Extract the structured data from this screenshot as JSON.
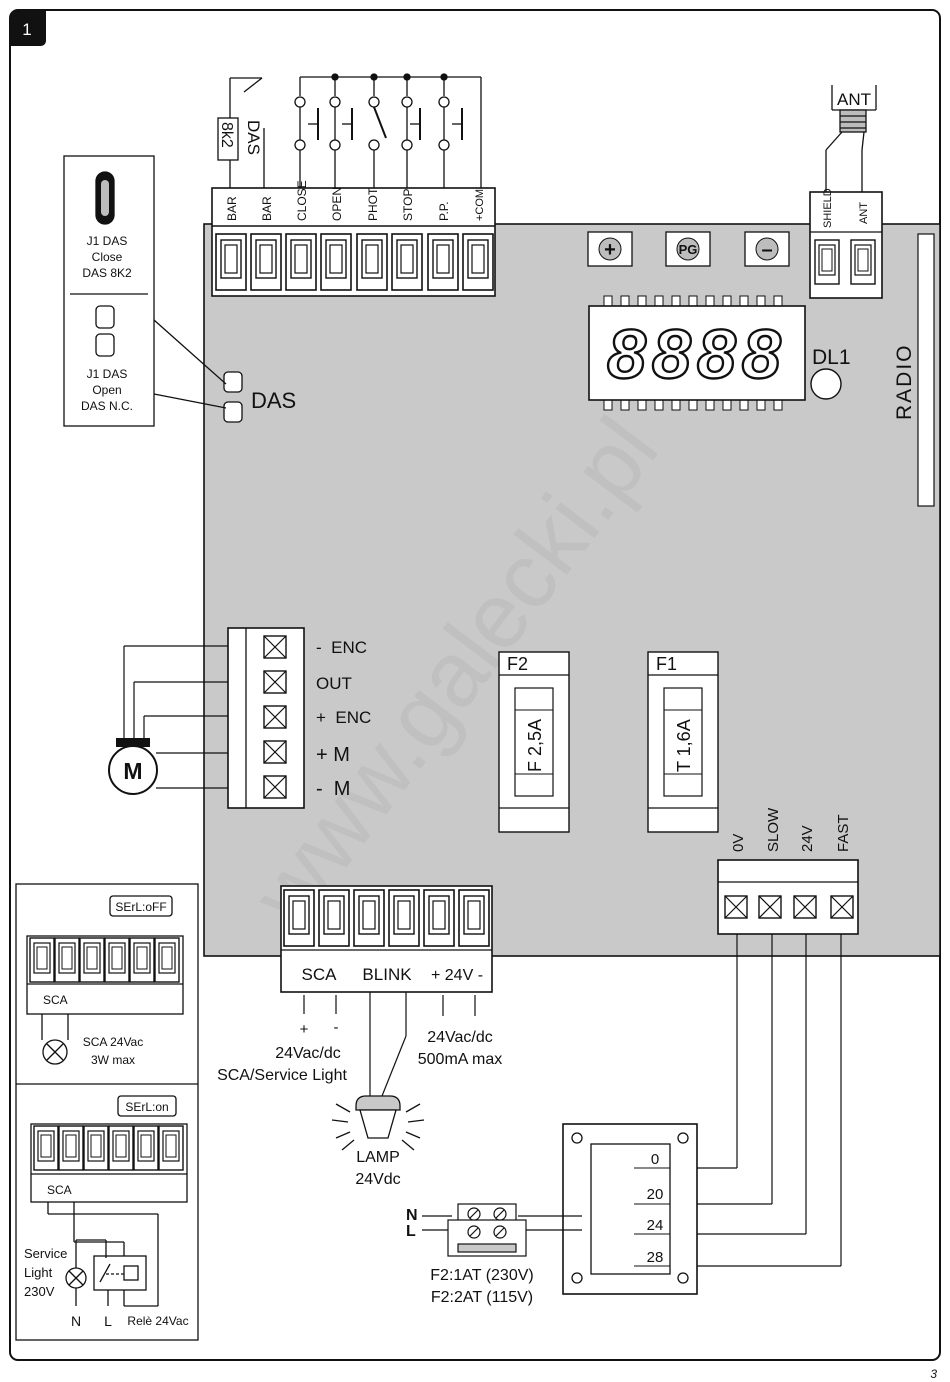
{
  "figure_number": "1",
  "page_number": "3",
  "watermark": "www.galecki.pl",
  "top_terminals": [
    "BAR",
    "BAR",
    "CLOSE",
    "OPEN",
    "PHOT",
    "STOP",
    "P.P.",
    "+COM"
  ],
  "das_resistor_label": "8k2",
  "das_switch_label": "DAS",
  "antenna": {
    "label": "ANT",
    "terminals": [
      "SHIELD",
      "ANT"
    ]
  },
  "buttons": [
    "+",
    "PG",
    "–"
  ],
  "display": {
    "digits": "8888",
    "led_label": "DL1"
  },
  "radio_label": "RADIO",
  "das_jumper_label": "DAS",
  "jumper_close": {
    "line1": "J1 DAS",
    "line2": "Close",
    "line3": "DAS 8K2"
  },
  "jumper_open": {
    "line1": "J1 DAS",
    "line2": "Open",
    "line3": "DAS N.C."
  },
  "encoder_labels": [
    "-  ENC",
    "OUT",
    "+  ENC",
    "+ M",
    "-  M"
  ],
  "motor_label": "M",
  "fuse_f2": {
    "title": "F2",
    "rating": "F 2,5A"
  },
  "fuse_f1": {
    "title": "F1",
    "rating": "T 1,6A"
  },
  "transformer_terminals": [
    "0V",
    "SLOW",
    "24V",
    "FAST"
  ],
  "bottom_terminals": {
    "sca": "SCA",
    "blink": "BLINK",
    "power": "+ 24V -"
  },
  "sca_signs": [
    "+",
    "-"
  ],
  "sca_caption": [
    "24Vac/dc",
    "SCA/Service Light"
  ],
  "power_caption": [
    "24Vac/dc",
    "500mA max"
  ],
  "lamp_caption": [
    "LAMP",
    "24Vdc"
  ],
  "transformer_taps": [
    "0",
    "20",
    "24",
    "28"
  ],
  "mains": {
    "n": "N",
    "l": "L",
    "fuse_lines": [
      "F2:1AT (230V)",
      "F2:2AT (115V)"
    ]
  },
  "side_panel": {
    "mode_off": "SErL:oFF",
    "mode_on": "SErL:on",
    "sca_label": "SCA",
    "lamp_lines": [
      "SCA 24Vac",
      "3W max"
    ],
    "service_lines": [
      "Service",
      "Light",
      "230V"
    ],
    "n": "N",
    "l": "L",
    "relay": "Relè 24Vac"
  }
}
